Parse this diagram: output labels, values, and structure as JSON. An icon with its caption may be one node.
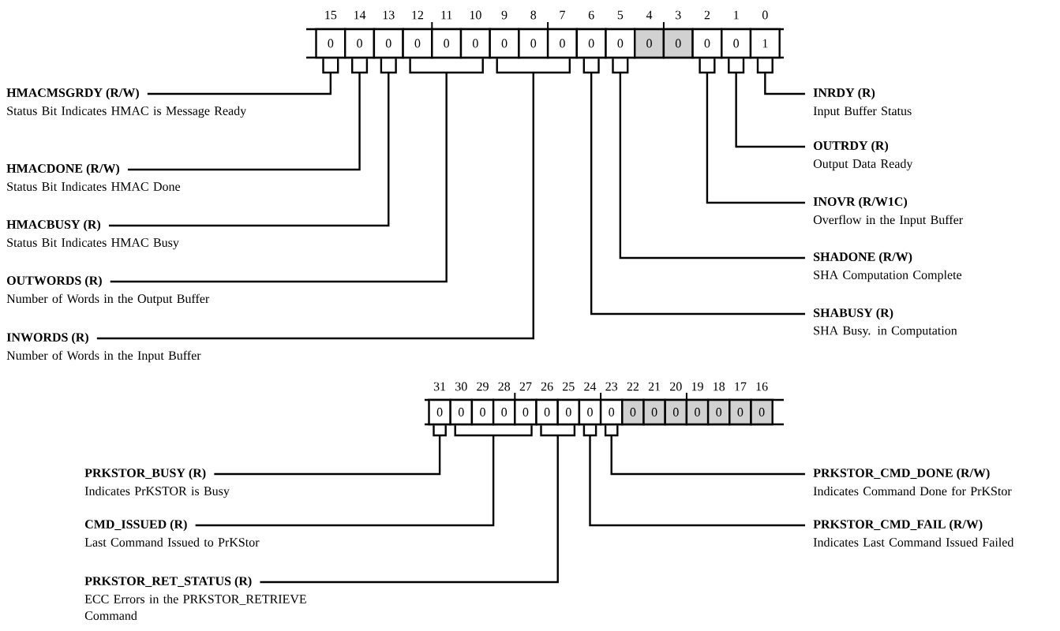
{
  "diagram": {
    "nodes": [
      {
        "text": [],
        "shape": "bar"
      },
      {
        "text": [
          "0"
        ],
        "in": 0,
        "beside": [
          "15"
        ]
      },
      {
        "text": [
          "0"
        ],
        "in": 0,
        "beside": [
          "14"
        ]
      },
      {
        "text": [
          "0"
        ],
        "in": 0,
        "beside": [
          "13"
        ]
      },
      {
        "text": [
          "0"
        ],
        "in": 0,
        "beside": [
          "12"
        ]
      },
      {
        "text": [
          "0"
        ],
        "in": 0,
        "beside": [
          "11"
        ]
      },
      {
        "text": [
          "0"
        ],
        "in": 0,
        "beside": [
          "10"
        ]
      },
      {
        "text": [
          "0"
        ],
        "in": 0,
        "beside": [
          "9"
        ]
      },
      {
        "text": [
          "0"
        ],
        "in": 0,
        "beside": [
          "8"
        ]
      },
      {
        "text": [
          "0"
        ],
        "in": 0,
        "beside": [
          "7"
        ]
      },
      {
        "text": [
          "0"
        ],
        "in": 0,
        "beside": [
          "6"
        ]
      },
      {
        "text": [
          "0"
        ],
        "in": 0,
        "beside": [
          "5"
        ]
      },
      {
        "text": [
          "0"
        ],
        "in": 0,
        "beside": [
          "4"
        ]
      },
      {
        "text": [
          "0"
        ],
        "in": 0,
        "beside": [
          "3"
        ]
      },
      {
        "text": [
          "0"
        ],
        "in": 0,
        "beside": [
          "2"
        ]
      },
      {
        "text": [
          "0"
        ],
        "in": 0,
        "beside": [
          "1"
        ]
      },
      {
        "text": [
          "1"
        ],
        "in": 0,
        "beside": [
          "0"
        ]
      },
      {
        "text": [],
        "shape": "bracket"
      },
      {
        "text": [],
        "shape": "bracket"
      },
      {
        "text": [],
        "shape": "bracket"
      },
      {
        "text": [],
        "shape": "bracket"
      },
      {
        "text": [],
        "shape": "bracket"
      },
      {
        "text": [],
        "shape": "bracket"
      },
      {
        "text": [],
        "shape": "bracket"
      },
      {
        "text": [],
        "shape": "bracket"
      },
      {
        "text": [],
        "shape": "bracket"
      },
      {
        "text": [],
        "shape": "bracket"
      },
      {
        "text": [
          "HMACMSGRDY (R/W)",
          "Status Bit Indicates HMAC is Message Ready"
        ]
      },
      {
        "text": [
          "HMACDONE (R/W)",
          "Status Bit Indicates HMAC Done"
        ]
      },
      {
        "text": [
          "HMACBUSY (R)",
          "Status Bit Indicates HMAC Busy"
        ]
      },
      {
        "text": [
          "OUTWORDS (R)",
          "Number of Words in the Output Buffer"
        ]
      },
      {
        "text": [
          "INWORDS (R)",
          "Number of Words in the Input Buffer"
        ]
      },
      {
        "text": [
          "INRDY (R)",
          "Input Buffer Status"
        ]
      },
      {
        "text": [
          "OUTRDY (R)",
          "Output Data Ready"
        ]
      },
      {
        "text": [
          "INOVR (R/W1C)",
          "Overflow in the Input Buffer"
        ]
      },
      {
        "text": [
          "SHADONE (R/W)",
          "SHA Computation Complete"
        ]
      },
      {
        "text": [
          "SHABUSY (R)",
          "SHA Busy. in Computation"
        ]
      },
      {
        "text": [],
        "shape": "bar"
      },
      {
        "text": [
          "0"
        ],
        "in": 37,
        "beside": [
          "31"
        ]
      },
      {
        "text": [
          "0"
        ],
        "in": 37,
        "beside": [
          "30"
        ]
      },
      {
        "text": [
          "0"
        ],
        "in": 37,
        "beside": [
          "29"
        ]
      },
      {
        "text": [
          "0"
        ],
        "in": 37,
        "beside": [
          "28"
        ]
      },
      {
        "text": [
          "0"
        ],
        "in": 37,
        "beside": [
          "27"
        ]
      },
      {
        "text": [
          "0"
        ],
        "in": 37,
        "beside": [
          "26"
        ]
      },
      {
        "text": [
          "0"
        ],
        "in": 37,
        "beside": [
          "25"
        ]
      },
      {
        "text": [
          "0"
        ],
        "in": 37,
        "beside": [
          "24"
        ]
      },
      {
        "text": [
          "0"
        ],
        "in": 37,
        "beside": [
          "23"
        ]
      },
      {
        "text": [
          "0"
        ],
        "in": 37,
        "beside": [
          "22"
        ]
      },
      {
        "text": [
          "0"
        ],
        "in": 37,
        "beside": [
          "21"
        ]
      },
      {
        "text": [
          "0"
        ],
        "in": 37,
        "beside": [
          "20"
        ]
      },
      {
        "text": [
          "0"
        ],
        "in": 37,
        "beside": [
          "19"
        ]
      },
      {
        "text": [
          "0"
        ],
        "in": 37,
        "beside": [
          "18"
        ]
      },
      {
        "text": [
          "0"
        ],
        "in": 37,
        "beside": [
          "17"
        ]
      },
      {
        "text": [
          "0"
        ],
        "in": 37,
        "beside": [
          "16"
        ]
      },
      {
        "text": [],
        "shape": "bracket"
      },
      {
        "text": [],
        "shape": "bracket"
      },
      {
        "text": [],
        "shape": "bracket"
      },
      {
        "text": [],
        "shape": "bracket"
      },
      {
        "text": [],
        "shape": "bracket"
      },
      {
        "text": [
          "PRKSTOR_BUSY (R)",
          "Indicates PrKSTOR is Busy"
        ]
      },
      {
        "text": [
          "CMD_ISSUED (R)",
          "Last Command Issued to PrKStor"
        ]
      },
      {
        "text": [
          "PRKSTOR_RET_STATUS (R)",
          "ECC Errors in the PRKSTOR_RETRIEVE Command"
        ]
      },
      {
        "text": [
          "PRKSTOR_CMD_DONE (R/W)",
          "Indicates Command Done for PrKStor"
        ]
      },
      {
        "text": [
          "PRKSTOR_CMD_FAIL (R/W)",
          "Indicates Last Command Issued Failed"
        ]
      }
    ],
    "edges": [
      {
        "from": 27,
        "to": 17,
        "arrow": "none"
      },
      {
        "from": 28,
        "to": 18,
        "arrow": "none"
      },
      {
        "from": 29,
        "to": 19,
        "arrow": "none"
      },
      {
        "from": 30,
        "to": 20,
        "arrow": "none"
      },
      {
        "from": 31,
        "to": 21,
        "arrow": "none"
      },
      {
        "from": 32,
        "to": 26,
        "arrow": "none"
      },
      {
        "from": 33,
        "to": 25,
        "arrow": "none"
      },
      {
        "from": 34,
        "to": 24,
        "arrow": "none"
      },
      {
        "from": 35,
        "to": 23,
        "arrow": "none"
      },
      {
        "from": 36,
        "to": 22,
        "arrow": "none"
      },
      {
        "from": 59,
        "to": 54,
        "arrow": "none"
      },
      {
        "from": 60,
        "to": 55,
        "arrow": "none"
      },
      {
        "from": 61,
        "to": 56,
        "arrow": "none"
      },
      {
        "from": 62,
        "to": 58,
        "arrow": "none"
      },
      {
        "from": 63,
        "to": 57,
        "arrow": "none"
      }
    ]
  }
}
